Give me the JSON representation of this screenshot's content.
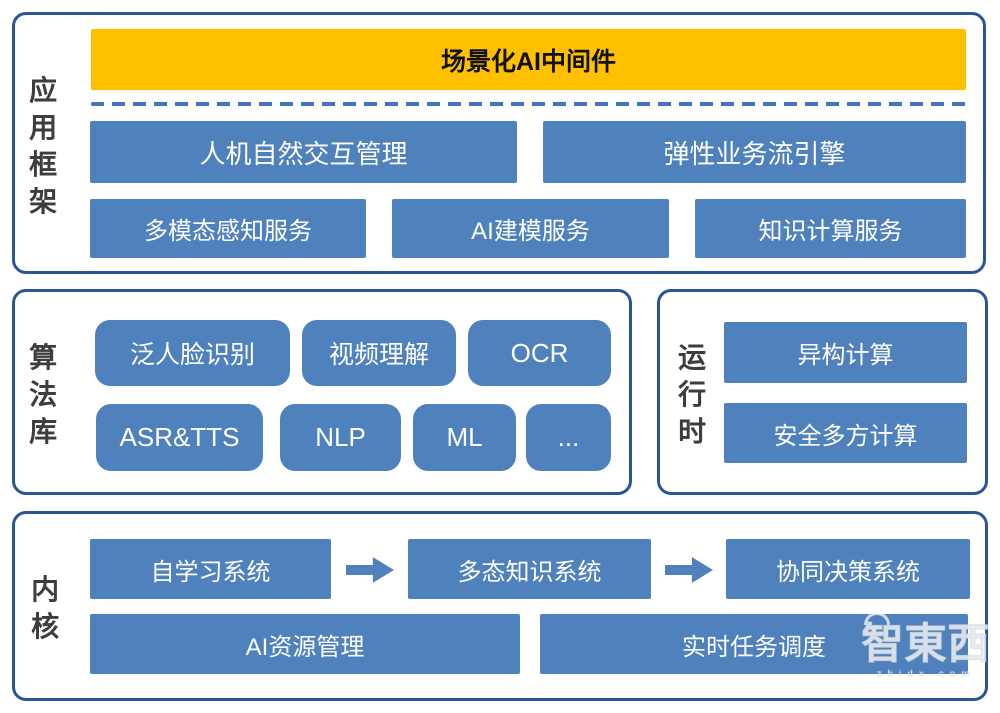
{
  "app_framework": {
    "label": "应用框架",
    "middleware": "场景化AI中间件",
    "row2": [
      "人机自然交互管理",
      "弹性业务流引擎"
    ],
    "row3": [
      "多模态感知服务",
      "AI建模服务",
      "知识计算服务"
    ]
  },
  "algorithm_library": {
    "label": "算法库",
    "row1": [
      "泛人脸识别",
      "视频理解",
      "OCR"
    ],
    "row2": [
      "ASR&TTS",
      "NLP",
      "ML",
      "..."
    ]
  },
  "runtime": {
    "label": "运行时",
    "items": [
      "异构计算",
      "安全多方计算"
    ]
  },
  "kernel": {
    "label": "内核",
    "pipeline": [
      "自学习系统",
      "多态知识系统",
      "协同决策系统"
    ],
    "row2": [
      "AI资源管理",
      "实时任务调度"
    ]
  },
  "watermark": {
    "text": "智東西",
    "subtext": "zhidx.com"
  },
  "colors": {
    "box_blue": "#4f81bd",
    "frame_border": "#2a5699",
    "middleware_orange": "#ffc000",
    "dashed_line": "#4472c4",
    "side_label_text": "#3d3d3d"
  }
}
